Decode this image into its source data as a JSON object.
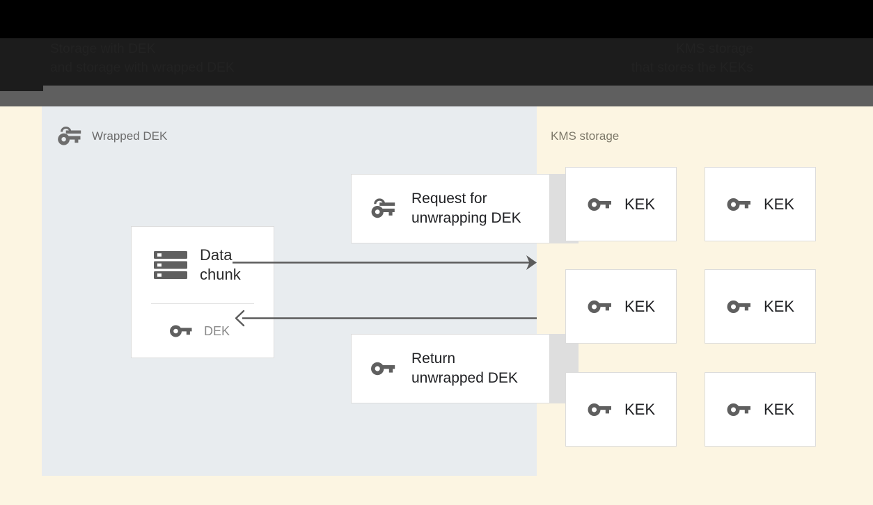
{
  "header": {
    "caption_left": "Storage with DEK\nand storage with wrapped DEK",
    "caption_right": "KMS storage\nthat stores the KEKs"
  },
  "diagram": {
    "left_panel": {
      "title": "Wrapped DEK",
      "title_icon": "wrapped-key-icon",
      "data_chunk_card": {
        "icon": "storage-icon",
        "label": "Data\nchunk",
        "key_icon": "key-icon",
        "key_label": "DEK"
      },
      "messages": [
        {
          "id": "request",
          "icon": "wrapped-key-icon",
          "label": "Request for\nunwrapping DEK"
        },
        {
          "id": "return",
          "icon": "key-icon",
          "label": "Return\nunwrapped DEK"
        }
      ],
      "arrows": [
        {
          "id": "request-arrow",
          "direction": "right"
        },
        {
          "id": "return-arrow",
          "direction": "left"
        }
      ]
    },
    "right_panel": {
      "title": "KMS storage",
      "kek_cards": [
        {
          "icon": "key-icon",
          "label": "KEK"
        },
        {
          "icon": "key-icon",
          "label": "KEK"
        },
        {
          "icon": "key-icon",
          "label": "KEK"
        },
        {
          "icon": "key-icon",
          "label": "KEK"
        },
        {
          "icon": "key-icon",
          "label": "KEK"
        },
        {
          "icon": "key-icon",
          "label": "KEK"
        }
      ]
    }
  },
  "colors": {
    "background": "#fcf5e2",
    "left_panel": "#e8ecef",
    "chrome_black": "#1c1c1c",
    "chrome_grey": "#5f5f5f",
    "icon_grey": "#5f5f5f",
    "slab_grey": "#dedede",
    "card_border": "#dcdcdc",
    "arrow": "#5b5b5b"
  }
}
